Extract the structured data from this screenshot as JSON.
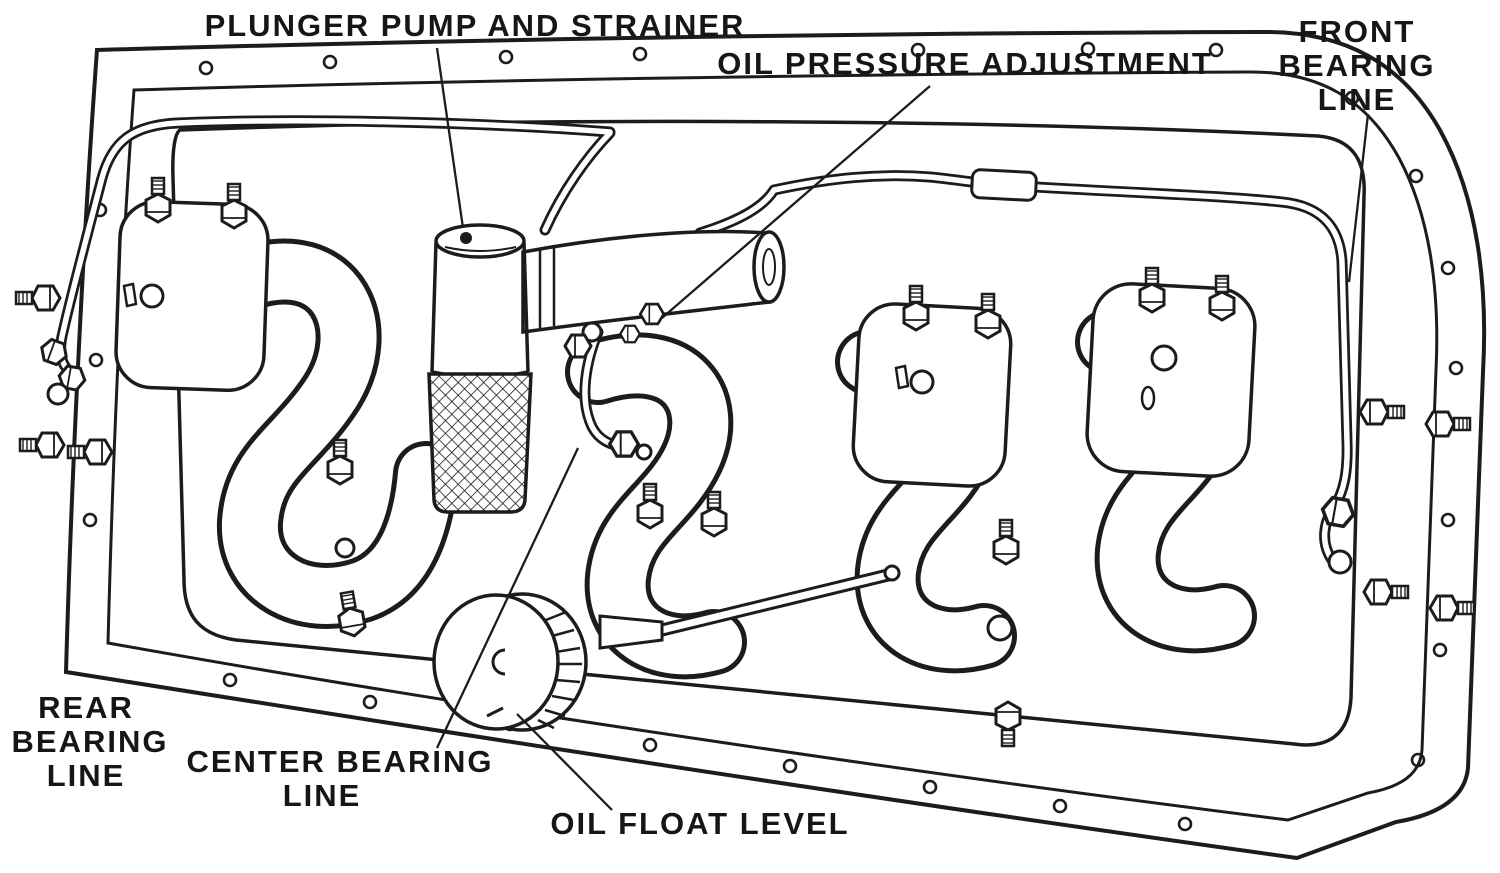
{
  "figure": {
    "kind": "technical line drawing",
    "colors": {
      "ink": "#1c1c1c",
      "paper": "#ffffff"
    }
  },
  "labels": {
    "plunger_pump_strainer": "PLUNGER PUMP AND STRAINER",
    "oil_pressure_adjustment": "OIL PRESSURE ADJUSTMENT",
    "front_bearing_line": [
      "FRONT",
      "BEARING",
      "LINE"
    ],
    "rear_bearing_line": [
      "REAR",
      "BEARING",
      "LINE"
    ],
    "center_bearing_line": [
      "CENTER BEARING",
      "LINE"
    ],
    "oil_float_level": "OIL FLOAT LEVEL"
  }
}
